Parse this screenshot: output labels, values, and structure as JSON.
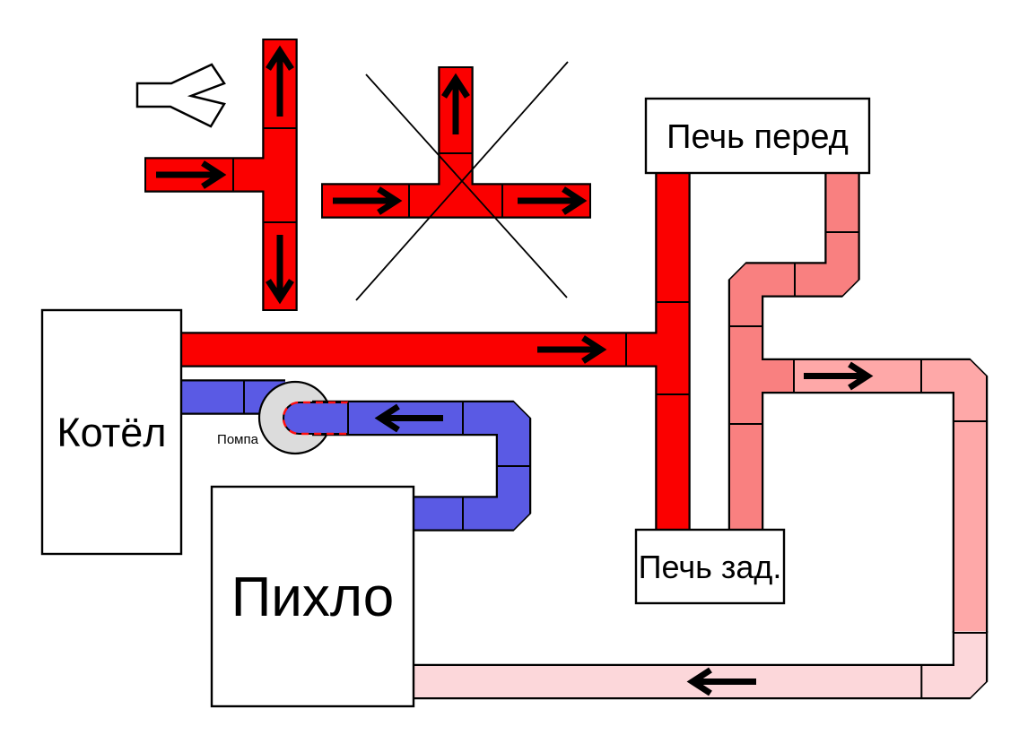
{
  "diagram": {
    "labels": {
      "boiler": "Котёл",
      "furnace_front": "Печь перед",
      "furnace_rear": "Печь зад.",
      "stove": "Пихло",
      "pump": "Помпа"
    },
    "colors": {
      "pipe_hot": "#FB0000",
      "pipe_warm": "#F98080",
      "pipe_mild": "#FEA8A8",
      "pipe_cool": "#FCD7DA",
      "pipe_cold": "#5A5AE4",
      "pump_body": "#DCDCDC",
      "pump_seal_dash": "#FF1010",
      "outline": "#000000",
      "arrow": "#000000"
    }
  }
}
